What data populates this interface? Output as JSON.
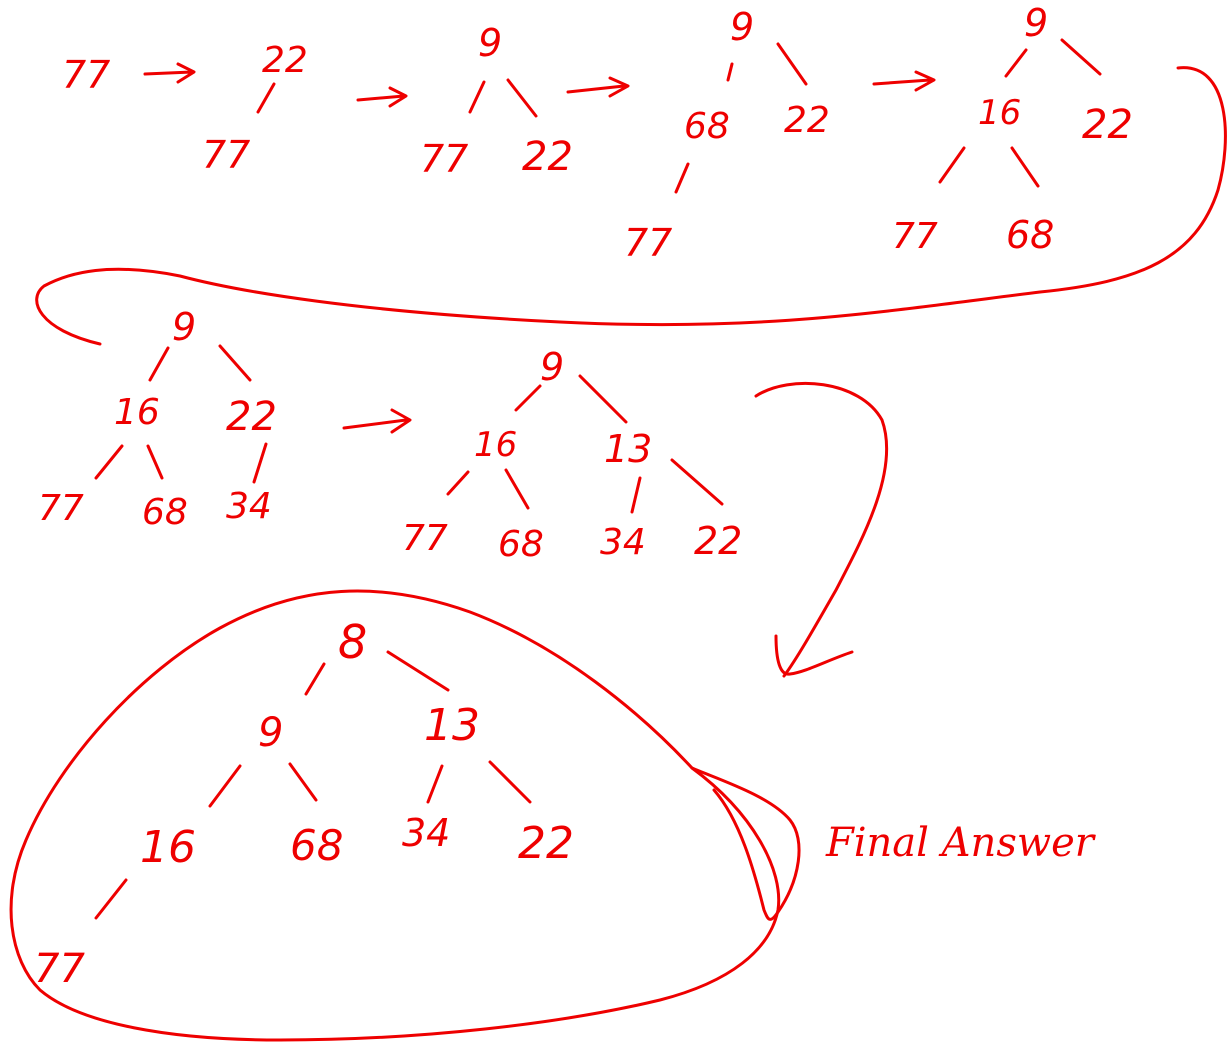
{
  "ink_color": "#ee0000",
  "heap_steps": [
    {
      "name": "step-1",
      "nodes": [
        "77"
      ]
    },
    {
      "name": "step-2",
      "nodes": [
        "22",
        "77"
      ]
    },
    {
      "name": "step-3",
      "nodes": [
        "9",
        "77",
        "22"
      ]
    },
    {
      "name": "step-4",
      "nodes": [
        "9",
        "68",
        "22",
        "77"
      ]
    },
    {
      "name": "step-5",
      "nodes": [
        "9",
        "16",
        "22",
        "77",
        "68"
      ]
    },
    {
      "name": "step-6",
      "nodes": [
        "9",
        "16",
        "22",
        "77",
        "68",
        "34"
      ]
    },
    {
      "name": "step-7",
      "nodes": [
        "9",
        "16",
        "13",
        "77",
        "68",
        "34",
        "22"
      ]
    },
    {
      "name": "final",
      "nodes": [
        "8",
        "9",
        "13",
        "16",
        "68",
        "34",
        "22",
        "77"
      ]
    }
  ],
  "final_label": "Final Answer"
}
